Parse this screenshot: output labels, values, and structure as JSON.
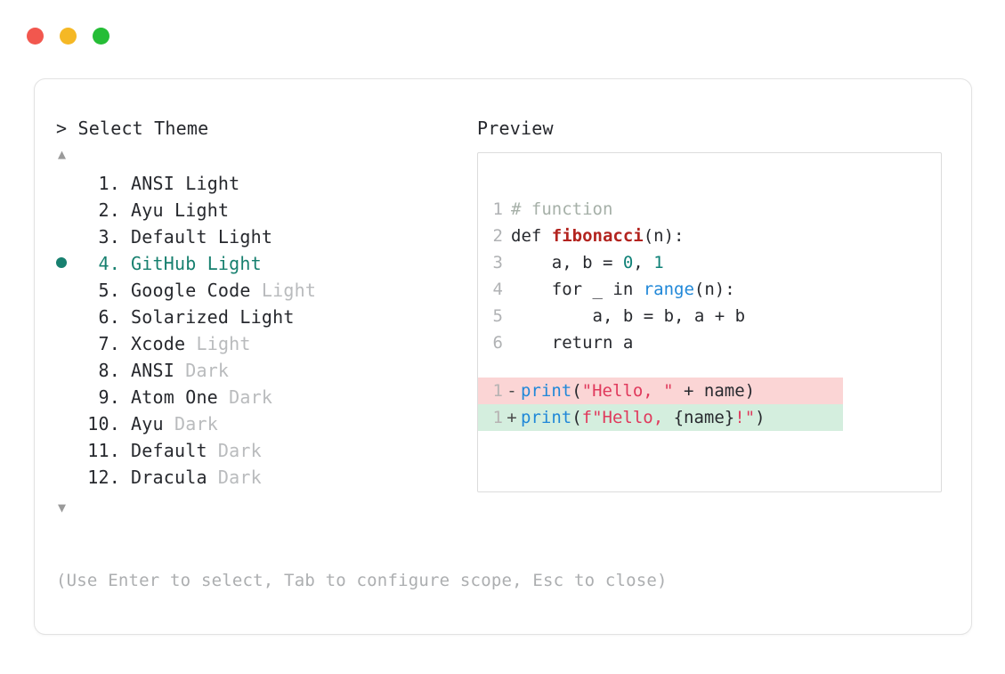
{
  "window": {
    "traffic_lights": [
      {
        "name": "close",
        "color": "#f2574e"
      },
      {
        "name": "minimize",
        "color": "#f5b825"
      },
      {
        "name": "maximize",
        "color": "#25bd36"
      }
    ]
  },
  "left": {
    "prompt": "> Select Theme",
    "scroll_up_icon": "▲",
    "scroll_down_icon": "▼",
    "selected_index": 4,
    "items": [
      {
        "num": " 1.",
        "name": "ANSI",
        "variant": "Light",
        "variant_muted": false,
        "selected": false
      },
      {
        "num": " 2.",
        "name": "Ayu",
        "variant": "Light",
        "variant_muted": false,
        "selected": false
      },
      {
        "num": " 3.",
        "name": "Default",
        "variant": "Light",
        "variant_muted": false,
        "selected": false
      },
      {
        "num": " 4.",
        "name": "GitHub",
        "variant": "Light",
        "variant_muted": false,
        "selected": true
      },
      {
        "num": " 5.",
        "name": "Google Code",
        "variant": "Light",
        "variant_muted": true,
        "selected": false
      },
      {
        "num": " 6.",
        "name": "Solarized",
        "variant": "Light",
        "variant_muted": false,
        "selected": false
      },
      {
        "num": " 7.",
        "name": "Xcode",
        "variant": "Light",
        "variant_muted": true,
        "selected": false
      },
      {
        "num": " 8.",
        "name": "ANSI",
        "variant": "Dark",
        "variant_muted": true,
        "selected": false
      },
      {
        "num": " 9.",
        "name": "Atom One",
        "variant": "Dark",
        "variant_muted": true,
        "selected": false
      },
      {
        "num": "10.",
        "name": "Ayu",
        "variant": "Dark",
        "variant_muted": true,
        "selected": false
      },
      {
        "num": "11.",
        "name": "Default",
        "variant": "Dark",
        "variant_muted": true,
        "selected": false
      },
      {
        "num": "12.",
        "name": "Dracula",
        "variant": "Dark",
        "variant_muted": true,
        "selected": false
      }
    ],
    "hint": "(Use Enter to select, Tab to configure scope, Esc to close)"
  },
  "right": {
    "preview_label": "Preview",
    "code_lines": [
      {
        "ln": "1",
        "tokens": [
          {
            "t": "# function",
            "c": "comment"
          }
        ]
      },
      {
        "ln": "2",
        "tokens": [
          {
            "t": "def ",
            "c": "plain"
          },
          {
            "t": "fibonacci",
            "c": "func"
          },
          {
            "t": "(n):",
            "c": "plain"
          }
        ]
      },
      {
        "ln": "3",
        "tokens": [
          {
            "t": "    a, b = ",
            "c": "plain"
          },
          {
            "t": "0",
            "c": "num"
          },
          {
            "t": ", ",
            "c": "plain"
          },
          {
            "t": "1",
            "c": "num"
          }
        ]
      },
      {
        "ln": "4",
        "tokens": [
          {
            "t": "    for _ in ",
            "c": "plain"
          },
          {
            "t": "range",
            "c": "builtin"
          },
          {
            "t": "(n):",
            "c": "plain"
          }
        ]
      },
      {
        "ln": "5",
        "tokens": [
          {
            "t": "        a, b = b, a + b",
            "c": "plain"
          }
        ]
      },
      {
        "ln": "6",
        "tokens": [
          {
            "t": "    return a",
            "c": "plain"
          }
        ]
      }
    ],
    "diff_lines": [
      {
        "ln": "1",
        "sign": "-",
        "kind": "minus",
        "tokens": [
          {
            "t": "print",
            "c": "builtin"
          },
          {
            "t": "(",
            "c": "plain"
          },
          {
            "t": "\"Hello, \"",
            "c": "str"
          },
          {
            "t": " + name)",
            "c": "plain"
          }
        ]
      },
      {
        "ln": "1",
        "sign": "+",
        "kind": "plus",
        "tokens": [
          {
            "t": "print",
            "c": "builtin"
          },
          {
            "t": "(",
            "c": "plain"
          },
          {
            "t": "f\"Hello, ",
            "c": "str"
          },
          {
            "t": "{name}",
            "c": "plain"
          },
          {
            "t": "!\"",
            "c": "str"
          },
          {
            "t": ")",
            "c": "plain"
          }
        ]
      }
    ]
  },
  "colors": {
    "accent_teal": "#17806f",
    "diff_add_bg": "#d4eede",
    "diff_del_bg": "#fbd5d5",
    "text": "#27292e",
    "muted": "#b9bbbd"
  }
}
